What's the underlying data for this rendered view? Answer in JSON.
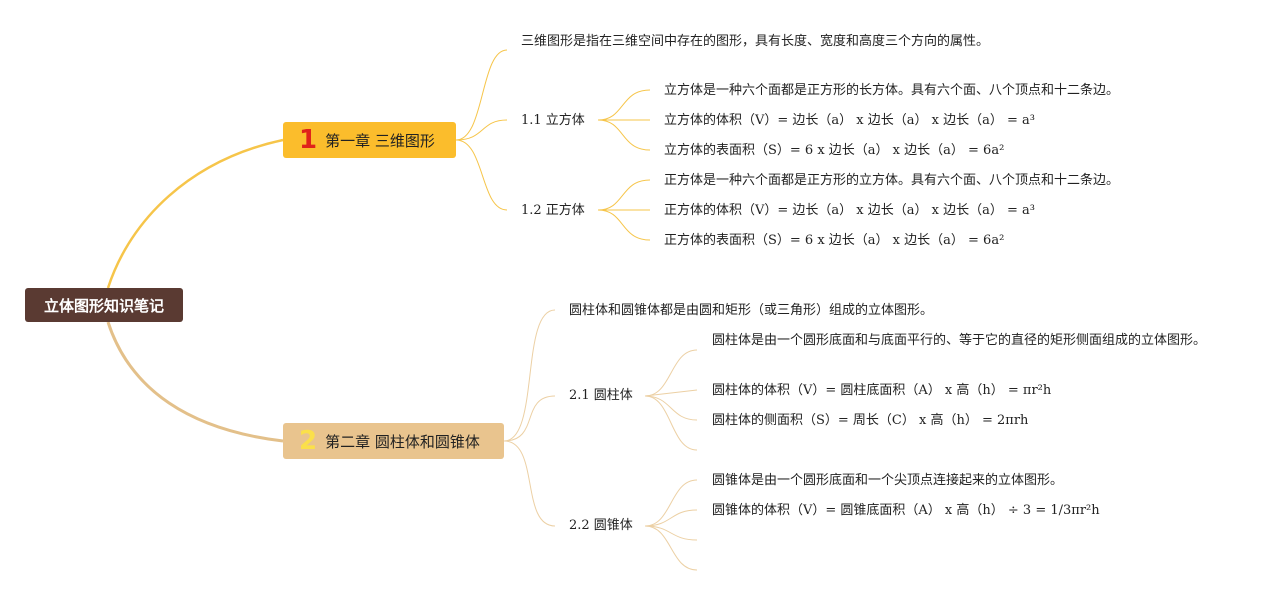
{
  "root": "立体图形知识笔记",
  "chapter1": {
    "number": "1",
    "title": "第一章 三维图形",
    "intro": "三维图形是指在三维空间中存在的图形，具有长度、宽度和高度三个方向的属性。",
    "sections": [
      {
        "label": "1.1 立方体",
        "items": [
          "立方体是一种六个面都是正方形的长方体。具有六个面、八个顶点和十二条边。",
          "立方体的体积（V）= 边长（a） x 边长（a） x 边长（a） = a³",
          "立方体的表面积（S）= 6 x 边长（a） x 边长（a） = 6a²"
        ]
      },
      {
        "label": "1.2 正方体",
        "items": [
          "正方体是一种六个面都是正方形的立方体。具有六个面、八个顶点和十二条边。",
          "正方体的体积（V）= 边长（a） x 边长（a） x 边长（a） = a³",
          "正方体的表面积（S）= 6 x 边长（a） x 边长（a） = 6a²"
        ]
      }
    ]
  },
  "chapter2": {
    "number": "2",
    "title": "第二章 圆柱体和圆锥体",
    "intro": "圆柱体和圆锥体都是由圆和矩形（或三角形）组成的立体图形。",
    "sections": [
      {
        "label": "2.1 圆柱体",
        "items": [
          "圆柱体是由一个圆形底面和与底面平行的、等于它的直径的矩形侧面组成的立体图形。",
          "圆柱体的体积（V）= 圆柱底面积（A） x 高（h） = πr²h",
          "圆柱体的侧面积（S）= 周长（C） x 高（h） = 2πrh"
        ]
      },
      {
        "label": "2.2 圆锥体",
        "items": [
          "圆锥体是由一个圆形底面和一个尖顶点连接起来的立体图形。",
          "圆锥体的体积（V）= 圆锥底面积（A） x 高（h） ÷ 3 = 1/3πr²h"
        ]
      }
    ]
  },
  "colors": {
    "root_bg": "#5a3a32",
    "chapter1_bg": "#fbbd2c",
    "chapter1_number": "#e0221a",
    "chapter1_lines": "#f6c54a",
    "chapter2_bg": "#e9c48e",
    "chapter2_number": "#fbe04a",
    "chapter2_lines": "#ecd0a4"
  }
}
